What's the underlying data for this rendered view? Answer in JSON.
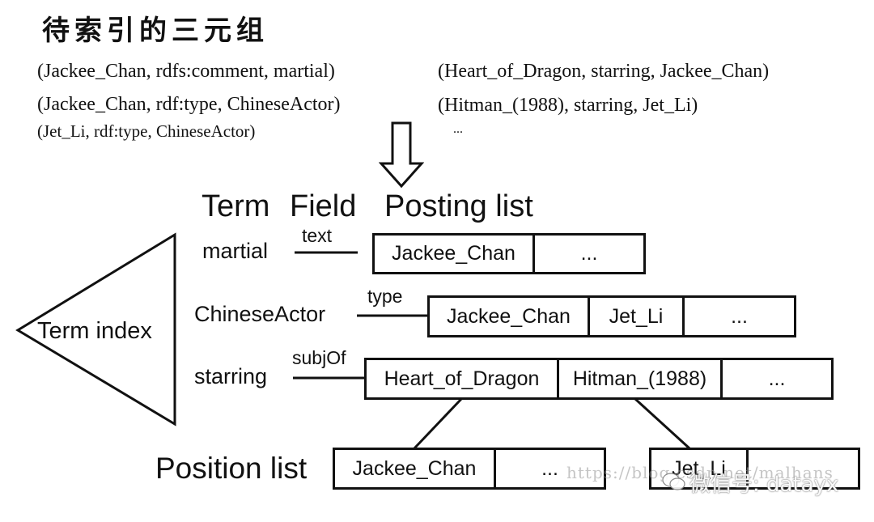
{
  "heading": "待索引的三元组",
  "triples_left": [
    "(Jackee_Chan, rdfs:comment, martial)",
    "(Jackee_Chan, rdf:type, ChineseActor)",
    "(Jet_Li, rdf:type, ChineseActor)"
  ],
  "triples_right": [
    "(Heart_of_Dragon, starring, Jackee_Chan)",
    "(Hitman_(1988), starring, Jet_Li)",
    "..."
  ],
  "columns": {
    "term": "Term",
    "field": "Field",
    "posting": "Posting list"
  },
  "term_index_label": "Term index",
  "rows": [
    {
      "term": "martial",
      "field": "text",
      "postings": [
        "Jackee_Chan",
        "..."
      ]
    },
    {
      "term": "ChineseActor",
      "field": "type",
      "postings": [
        "Jackee_Chan",
        "Jet_Li",
        "..."
      ]
    },
    {
      "term": "starring",
      "field": "subjOf",
      "postings": [
        "Heart_of_Dragon",
        "Hitman_(1988)",
        "..."
      ]
    }
  ],
  "position_list": {
    "label": "Position list",
    "left_cells": [
      "Jackee_Chan",
      "..."
    ],
    "right_cells": [
      "Jet_Li",
      ""
    ]
  },
  "watermark": {
    "url_text": "https://blog.csdn.net/malhans",
    "wechat_text": "微信号: datayx",
    "icon": "wechat-icon"
  },
  "colors": {
    "ink": "#111111",
    "background": "#ffffff"
  }
}
